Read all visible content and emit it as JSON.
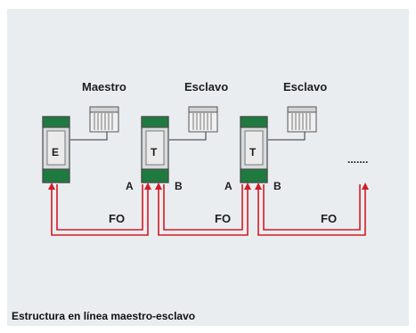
{
  "labels": {
    "master": "Maestro",
    "slave1": "Esclavo",
    "slave2": "Esclavo",
    "unit_e": "E",
    "unit_t1": "T",
    "unit_t2": "T",
    "port_a1": "A",
    "port_b1": "B",
    "port_a2": "A",
    "port_b2": "B",
    "fo1": "FO",
    "fo2": "FO",
    "fo3": "FO",
    "ellipsis": "......."
  },
  "caption": "Estructura en línea maestro-esclavo",
  "colors": {
    "background_panel": "#e9edf0",
    "module_green": "#1f7a3f",
    "module_body": "#d8dcdf",
    "fiber_red": "#d31b26"
  }
}
